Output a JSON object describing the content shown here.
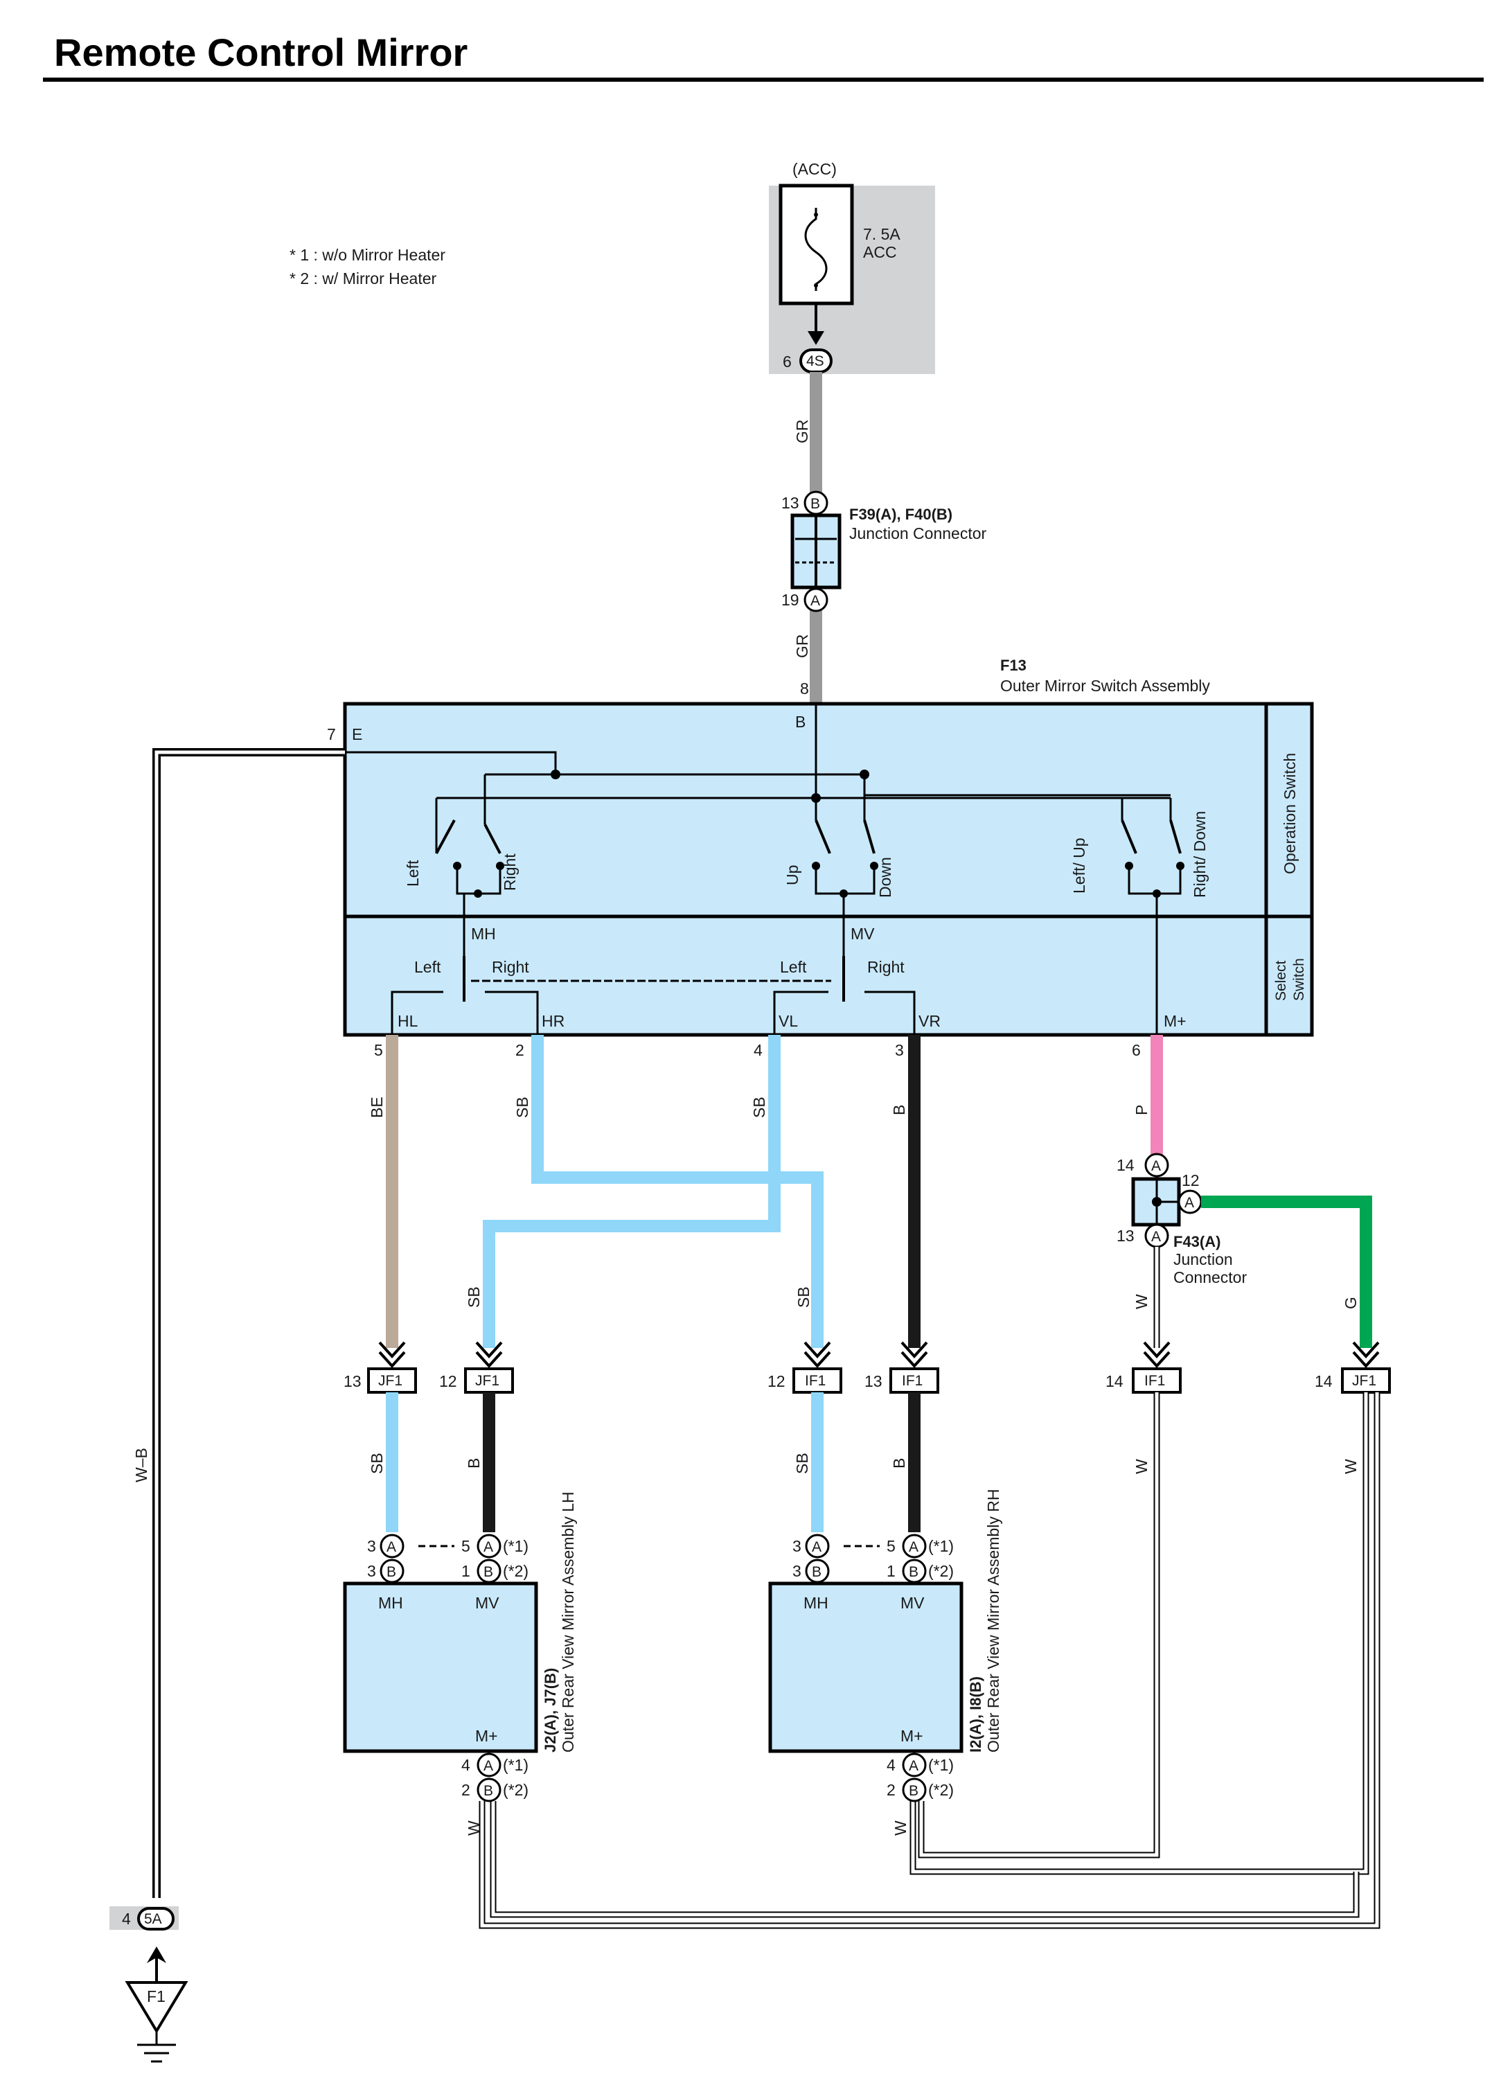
{
  "title": "Remote Control Mirror",
  "notes": [
    "* 1 : w/o Mirror Heater",
    "* 2 : w/ Mirror Heater"
  ],
  "fuse": {
    "supply": "(ACC)",
    "rating": "7. 5A",
    "name": "ACC",
    "pin": "6",
    "connector": "4S"
  },
  "junction_f39": {
    "id": "F39(A), F40(B)",
    "desc": "Junction Connector",
    "top_pin": "13",
    "top_conn": "B",
    "bot_pin": "19",
    "bot_conn": "A"
  },
  "switch": {
    "id": "F13",
    "desc": "Outer Mirror Switch Assembly",
    "operation_label": "Operation Switch",
    "select_label": "Select Switch",
    "contacts": [
      "Left",
      "Right",
      "Up",
      "Down",
      "Left/ Up",
      "Right/ Down"
    ],
    "select_positions": [
      "Left",
      "Right",
      "Left",
      "Right"
    ],
    "terminals": {
      "E": "E",
      "B": "B",
      "MH": "MH",
      "MV": "MV",
      "HL": "HL",
      "HR": "HR",
      "VL": "VL",
      "VR": "VR",
      "Mplus": "M+"
    },
    "pins": {
      "E": "7",
      "B": "8",
      "HL": "5",
      "HR": "2",
      "VL": "4",
      "VR": "3",
      "Mplus": "6"
    }
  },
  "junction_f43": {
    "id": "F43(A)",
    "desc1": "Junction",
    "desc2": "Connector",
    "pin_in": "14",
    "pin_out": "12",
    "pin_down": "13",
    "conn": "A"
  },
  "wires": {
    "GR": "GR",
    "WB": "W–B",
    "BE": "BE",
    "SB": "SB",
    "B": "B",
    "P": "P",
    "W": "W",
    "G": "G"
  },
  "connectors": [
    {
      "pin": "13",
      "name": "JF1"
    },
    {
      "pin": "12",
      "name": "JF1"
    },
    {
      "pin": "12",
      "name": "IF1"
    },
    {
      "pin": "13",
      "name": "IF1"
    },
    {
      "pin": "14",
      "name": "IF1"
    },
    {
      "pin": "14",
      "name": "JF1"
    }
  ],
  "mirror_lh": {
    "id": "J2(A), J7(B)",
    "desc": "Outer Rear View Mirror Assembly LH"
  },
  "mirror_rh": {
    "id": "I2(A), I8(B)",
    "desc": "Outer Rear View Mirror Assembly RH"
  },
  "mirror_terms": {
    "MH": "MH",
    "MV": "MV",
    "Mplus": "M+"
  },
  "mirror_pins": {
    "mh1": "3",
    "mh2": "3",
    "mv1": "5",
    "mv2": "1",
    "mp1": "4",
    "mp2": "2",
    "connA": "A",
    "connB": "B",
    "note1": "(*1)",
    "note2": "(*2)"
  },
  "ground": {
    "pin": "4",
    "connector": "5A",
    "name": "F1"
  },
  "colors": {
    "box": "#c9e9fb",
    "GR": "#999999",
    "BE": "#bba99a",
    "SB": "#8fd6f8",
    "B": "#1a1a1a",
    "P": "#f184b8",
    "G": "#00a651",
    "W": "#bdbdbd",
    "fuse_bg": "#d2d3d5"
  }
}
